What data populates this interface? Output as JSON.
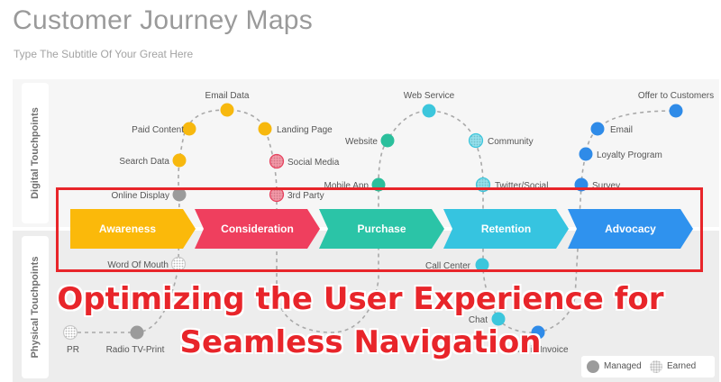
{
  "header": {
    "title": "Customer Journey Maps",
    "subtitle": "Type The Subtitle Of Your Great Here"
  },
  "bands": {
    "digital_label": "Digital Touchpoints",
    "physical_label": "Physical Touchpoints"
  },
  "stages": [
    {
      "label": "Awareness",
      "color": "#fbb90a"
    },
    {
      "label": "Consideration",
      "color": "#ef3f5e"
    },
    {
      "label": "Purchase",
      "color": "#2bc4a7"
    },
    {
      "label": "Retention",
      "color": "#36c4e0"
    },
    {
      "label": "Advocacy",
      "color": "#2f92ee"
    }
  ],
  "touchpoints": [
    {
      "label": "Email Data",
      "kind": "managed",
      "color": "#f7b80e"
    },
    {
      "label": "Paid Content",
      "kind": "managed",
      "color": "#f7b80e"
    },
    {
      "label": "Search Data",
      "kind": "managed",
      "color": "#f7b80e"
    },
    {
      "label": "Online Display",
      "kind": "managed",
      "color": "#9b9b9b"
    },
    {
      "label": "Word Of Mouth",
      "kind": "earned",
      "color": "#c9c9c9"
    },
    {
      "label": "Landing Page",
      "kind": "managed",
      "color": "#f7b80e"
    },
    {
      "label": "Social Media",
      "kind": "earned",
      "color": "#e8435f"
    },
    {
      "label": "3rd Party",
      "kind": "earned",
      "color": "#e8435f"
    },
    {
      "label": "Web Service",
      "kind": "managed",
      "color": "#3cc6dc"
    },
    {
      "label": "Website",
      "kind": "managed",
      "color": "#2bbf9c"
    },
    {
      "label": "Mobile App",
      "kind": "managed",
      "color": "#2bbf9c"
    },
    {
      "label": "Community",
      "kind": "earned",
      "color": "#3cc6dc"
    },
    {
      "label": "Twitter/Social",
      "kind": "earned",
      "color": "#3cc6dc"
    },
    {
      "label": "Call Center",
      "kind": "managed",
      "color": "#3cc6dc"
    },
    {
      "label": "Chat",
      "kind": "managed",
      "color": "#3cc6dc"
    },
    {
      "label": "Offer to Customers",
      "kind": "managed",
      "color": "#2f8be8"
    },
    {
      "label": "Email",
      "kind": "managed",
      "color": "#2f8be8"
    },
    {
      "label": "Loyalty Program",
      "kind": "managed",
      "color": "#2f8be8"
    },
    {
      "label": "Survey",
      "kind": "managed",
      "color": "#2f8be8"
    },
    {
      "label": "PR",
      "kind": "earned",
      "color": "#c9c9c9"
    },
    {
      "label": "Radio TV-Print",
      "kind": "managed",
      "color": "#9b9b9b"
    },
    {
      "label": "Offer in Invoice",
      "kind": "managed",
      "color": "#2f8be8"
    }
  ],
  "legend": {
    "managed": "Managed",
    "earned": "Earned"
  },
  "overlay": {
    "line1": "Optimizing the User Experience for",
    "line2": "Seamless Navigation"
  }
}
